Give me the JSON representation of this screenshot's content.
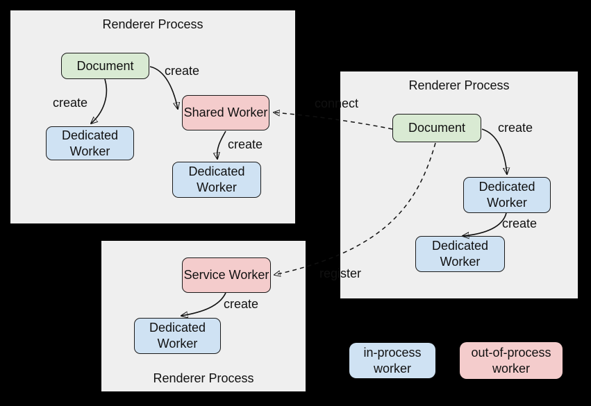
{
  "colors": {
    "background": "#000000",
    "panel": "#efefef",
    "node-green": "#d9ead3",
    "node-blue": "#cfe2f3",
    "node-pink": "#f4cccc",
    "stroke": "#111111"
  },
  "panels": [
    {
      "title": "Renderer Process"
    },
    {
      "title": "Renderer Process"
    },
    {
      "title": "Renderer Process"
    }
  ],
  "nodes": [
    {
      "label": "Document",
      "type": "document"
    },
    {
      "label": "Dedicated Worker",
      "type": "in-process worker"
    },
    {
      "label": "Shared Worker",
      "type": "out-of-process worker"
    },
    {
      "label": "Dedicated Worker",
      "type": "in-process worker"
    },
    {
      "label": "Document",
      "type": "document"
    },
    {
      "label": "Dedicated Worker",
      "type": "in-process worker"
    },
    {
      "label": "Dedicated Worker",
      "type": "in-process worker"
    },
    {
      "label": "Service Worker",
      "type": "out-of-process worker"
    },
    {
      "label": "Dedicated Worker",
      "type": "in-process worker"
    }
  ],
  "edges": [
    {
      "label": "create"
    },
    {
      "label": "create"
    },
    {
      "label": "create"
    },
    {
      "label": "create"
    },
    {
      "label": "create"
    },
    {
      "label": "create"
    },
    {
      "label": "connect"
    },
    {
      "label": "register"
    }
  ],
  "legend": {
    "items": [
      {
        "label": "in-process worker"
      },
      {
        "label": "out-of-process worker"
      }
    ]
  }
}
